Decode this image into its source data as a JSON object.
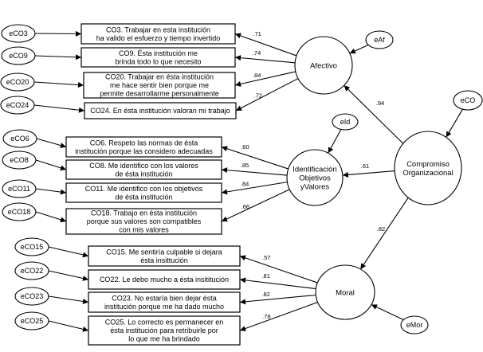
{
  "title": "Modelo de ecuaciones estructurales: Compromiso Organizacional",
  "latents": {
    "co": {
      "label_lines": [
        "Compromiso",
        "Organizacional"
      ],
      "error": "eCO"
    },
    "af": {
      "label_lines": [
        "Afectivo"
      ],
      "error": "eAf"
    },
    "id": {
      "label_lines": [
        "Identificación",
        "Objetivos",
        "yValores"
      ],
      "error": "eId"
    },
    "mo": {
      "label_lines": [
        "Moral"
      ],
      "error": "eMor"
    }
  },
  "structural_paths": [
    {
      "from": "Compromiso Organizacional",
      "to": "Afectivo",
      "coef": ".94"
    },
    {
      "from": "Compromiso Organizacional",
      "to": "Identificación Objetivos yValores",
      "coef": ".61"
    },
    {
      "from": "Compromiso Organizacional",
      "to": "Moral",
      "coef": ".82"
    }
  ],
  "items": [
    {
      "factor": "af",
      "error": "eCO3",
      "coef": ".71",
      "lines": [
        "CO3. Trabajar en esta institución",
        "ha valido el esfuerzo y tiempo invertido"
      ]
    },
    {
      "factor": "af",
      "error": "eCO9",
      "coef": ".74",
      "lines": [
        "CO9. Ésta institución me",
        "brinda todo lo que necesito"
      ]
    },
    {
      "factor": "af",
      "error": "eCO20",
      "coef": ".84",
      "lines": [
        "CO20. Trabajar en ésta institución",
        "me hace sentir bien porque me",
        "permite desarrollarme personalmente"
      ]
    },
    {
      "factor": "af",
      "error": "eCO24",
      "coef": ".72",
      "lines": [
        "CO24. En ésta institución valoran mi trabajo"
      ]
    },
    {
      "factor": "id",
      "error": "eCO6",
      "coef": ".60",
      "lines": [
        "CO6. Respeto las normas de ésta",
        "institución porque las considero adecuadas"
      ]
    },
    {
      "factor": "id",
      "error": "eCO8",
      "coef": ".85",
      "lines": [
        "CO8. Me identifico con los valores",
        "de ésta institución"
      ]
    },
    {
      "factor": "id",
      "error": "eCO11",
      "coef": ".84",
      "lines": [
        "CO11. Me identifico con los objetivos",
        "de ésta institución"
      ]
    },
    {
      "factor": "id",
      "error": "eCO18",
      "coef": ".66",
      "lines": [
        "CO18. Trabajo en ésta institución",
        "porque sus valores son compatibles",
        "con mis valores"
      ]
    },
    {
      "factor": "mo",
      "error": "eCO15",
      "coef": ".57",
      "lines": [
        "CO15. Me sentiría culpable si dejara",
        "ésta insittución"
      ]
    },
    {
      "factor": "mo",
      "error": "eCO22",
      "coef": ".81",
      "lines": [
        "CO22. Le debo mucho a ésta insititución"
      ]
    },
    {
      "factor": "mo",
      "error": "eCO23",
      "coef": ".82",
      "lines": [
        "CO23. No estaría bien dejar ésta",
        "institución porque me ha dado mucho"
      ]
    },
    {
      "factor": "mo",
      "error": "eCO25",
      "coef": ".78",
      "lines": [
        "CO25. Lo correcto es permanecer en",
        "ésta institución para retribuirle por",
        "lo que me ha brindado"
      ]
    }
  ]
}
